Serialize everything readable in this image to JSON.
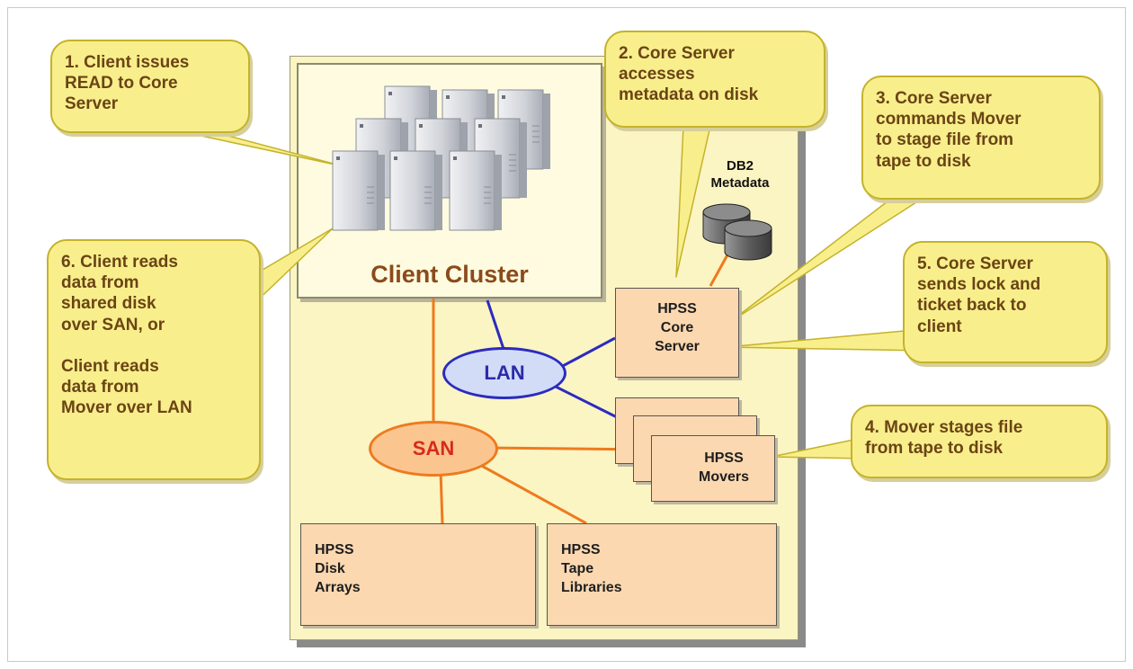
{
  "callouts": {
    "step1": "1. Client issues\nREAD to Core\nServer",
    "step2": "2. Core Server\naccesses\nmetadata on disk",
    "step3": "3. Core Server\ncommands Mover\nto stage file from\ntape to disk",
    "step4": "4. Mover stages file\nfrom tape to disk",
    "step5": "5. Core Server\nsends lock and\nticket back to\nclient",
    "step6": "6. Client reads\ndata from\nshared disk\nover SAN, or\n\nClient reads\ndata from\nMover over LAN"
  },
  "cluster": {
    "label": "Client Cluster"
  },
  "db2": {
    "label": "DB2\nMetadata"
  },
  "core_server": {
    "label": "HPSS\nCore\nServer"
  },
  "movers": {
    "label": "HPSS\nMovers"
  },
  "disk_arrays": {
    "label": "HPSS\nDisk\nArrays"
  },
  "tape_libraries": {
    "label": "HPSS\nTape\nLibraries"
  },
  "networks": {
    "lan": {
      "label": "LAN",
      "color": "#2b2ba8"
    },
    "san": {
      "label": "SAN",
      "color": "#d62a1a"
    }
  },
  "colors": {
    "lan_line": "#2b2bbf",
    "san_line": "#ee7a1f",
    "callout_fill": "#f8ef8c"
  }
}
